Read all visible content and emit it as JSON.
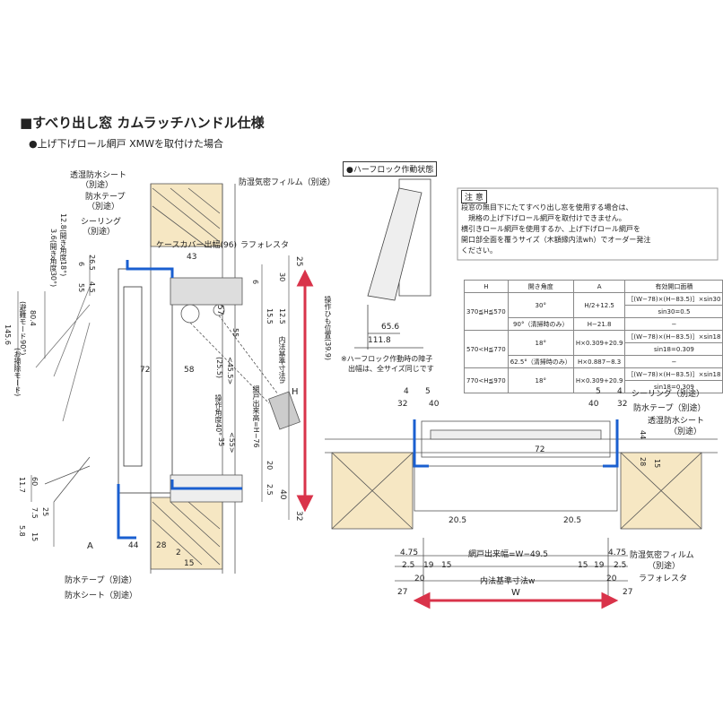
{
  "title": "■すべり出し窓 カムラッチハンドル仕様",
  "subtitle": "●上げ下げロール網戸 XMWを取付けた場合",
  "left": {
    "labels": {
      "moisture_sheet": "透湿防水シート",
      "moisture_sheet_sep": "（別途）",
      "waterproof_tape": "防水テープ",
      "waterproof_tape_sep": "（別途）",
      "sealing": "シーリング",
      "sealing_sep": "（別途）",
      "vapor_film": "防湿気密フィルム（別途）",
      "case_cover": "ケースカバー出幅(96)",
      "lath": "ラフォレスタ",
      "open_angle": "3.6(開き角度30°)",
      "open_limit": "12.8(開き角度18°)",
      "evac": "(避難モード90°)",
      "clean": "(お掃除モード)",
      "dim_145_6": "145.6",
      "dim_80_4": "80.4",
      "dim_55": "55",
      "dim_45": "4.5",
      "dim_43": "43",
      "dim_6": "6",
      "dim_26_5": "26.5",
      "dim_25": "25",
      "dim_30": "30",
      "dim_6b": "6",
      "dim_12_5": "12.5",
      "dim_15_5": "15.5",
      "dim_57": "57",
      "dim_72": "72",
      "dim_58": "58",
      "dim_25_5": "(25.5)",
      "dim_45_5": "<45.5>",
      "op_angle": "操作角度40°",
      "std_h": "内法基準寸法h",
      "net_h": "網戸出来高=H−76",
      "dim_35": "35",
      "dim_55b": "<55>",
      "dim_20": "20",
      "dim_25b": "2.5",
      "dim_40": "40",
      "dim_32": "32",
      "H": "H",
      "cord": "操作ひも位置(39.9)",
      "dim_11_7": "11.7",
      "dim_60": "60",
      "dim_7_5": "7.5",
      "dim_25c": "25",
      "dim_5_8": "5.8",
      "dim_15": "15",
      "A": "A",
      "dim_44": "44",
      "dim_28": "28",
      "dim_2": "2",
      "dim_15b": "15",
      "bottom_tape": "防水テープ（別途）",
      "bottom_sheet": "防水シート（別途）"
    }
  },
  "half_lock": {
    "title": "●ハーフロック作動状態",
    "dim_65_6": "65.6",
    "dim_111_8": "111.8",
    "note1": "※ハーフロック作動時の障子",
    "note2": "出幅は、全サイズ同じです"
  },
  "notice": {
    "heading": "注 意",
    "lines": [
      "段窓の無目下にたてすべり出し窓を使用する場合は、",
      "規格の上げ下げロール網戸を取付けできません。",
      "横引きロール網戸を使用するか、上げ下げロール網戸を",
      "開口部全面を覆うサイズ（木額縁内法wh）でオーダー発注",
      "ください。"
    ]
  },
  "table": {
    "headers": [
      "H",
      "開き角度",
      "A",
      "有効開口面積"
    ],
    "rows": [
      [
        "370≦H≦570",
        "30°",
        "H/2+12.5",
        "［(W−78)×(H−83.5)］×sin30"
      ],
      [
        "",
        "",
        "",
        "sin30=0.5"
      ],
      [
        "",
        "90°（清掃時のみ）",
        "H−21.8",
        "−"
      ],
      [
        "570<H≦770",
        "18°",
        "H×0.309+20.9",
        "［(W−78)×(H−83.5)］×sin18"
      ],
      [
        "",
        "",
        "",
        "sin18=0.309"
      ],
      [
        "",
        "62.5°（清掃時のみ）",
        "H×0.887−8.3",
        "−"
      ],
      [
        "770<H≦970",
        "18°",
        "H×0.309+20.9",
        "［(W−78)×(H−83.5)］×sin18"
      ],
      [
        "",
        "",
        "",
        "sin18=0.309"
      ]
    ]
  },
  "plan": {
    "dim_4": "4",
    "dim_5": "5",
    "dim_32": "32",
    "dim_40": "40",
    "dim_5r": "5",
    "dim_4r": "4",
    "dim_40r": "40",
    "dim_32r": "32",
    "sealing": "シーリング（別途）",
    "tape": "防水テープ（別途）",
    "sheet": "透湿防水シート",
    "sheet_sep": "（別途）",
    "dim_72": "72",
    "dim_44": "44",
    "dim_28": "28",
    "dim_15": "15",
    "dim_20_5": "20.5",
    "dim_20_5r": "20.5",
    "dim_4_75": "4.75",
    "dim_4_75r": "4.75",
    "net_w": "網戸出来幅=W−49.5",
    "dim_2_5": "2.5",
    "dim_19": "19",
    "dim_15b": "15",
    "dim_15c": "15",
    "dim_19r": "19",
    "dim_2_5r": "2.5",
    "std_w": "内法基準寸法w",
    "dim_20": "20",
    "dim_20r": "20",
    "dim_27": "27",
    "dim_27r": "27",
    "W": "W",
    "vapor": "防湿気密フィルム",
    "vapor_sep": "（別途）",
    "lath": "ラフォレスタ"
  }
}
